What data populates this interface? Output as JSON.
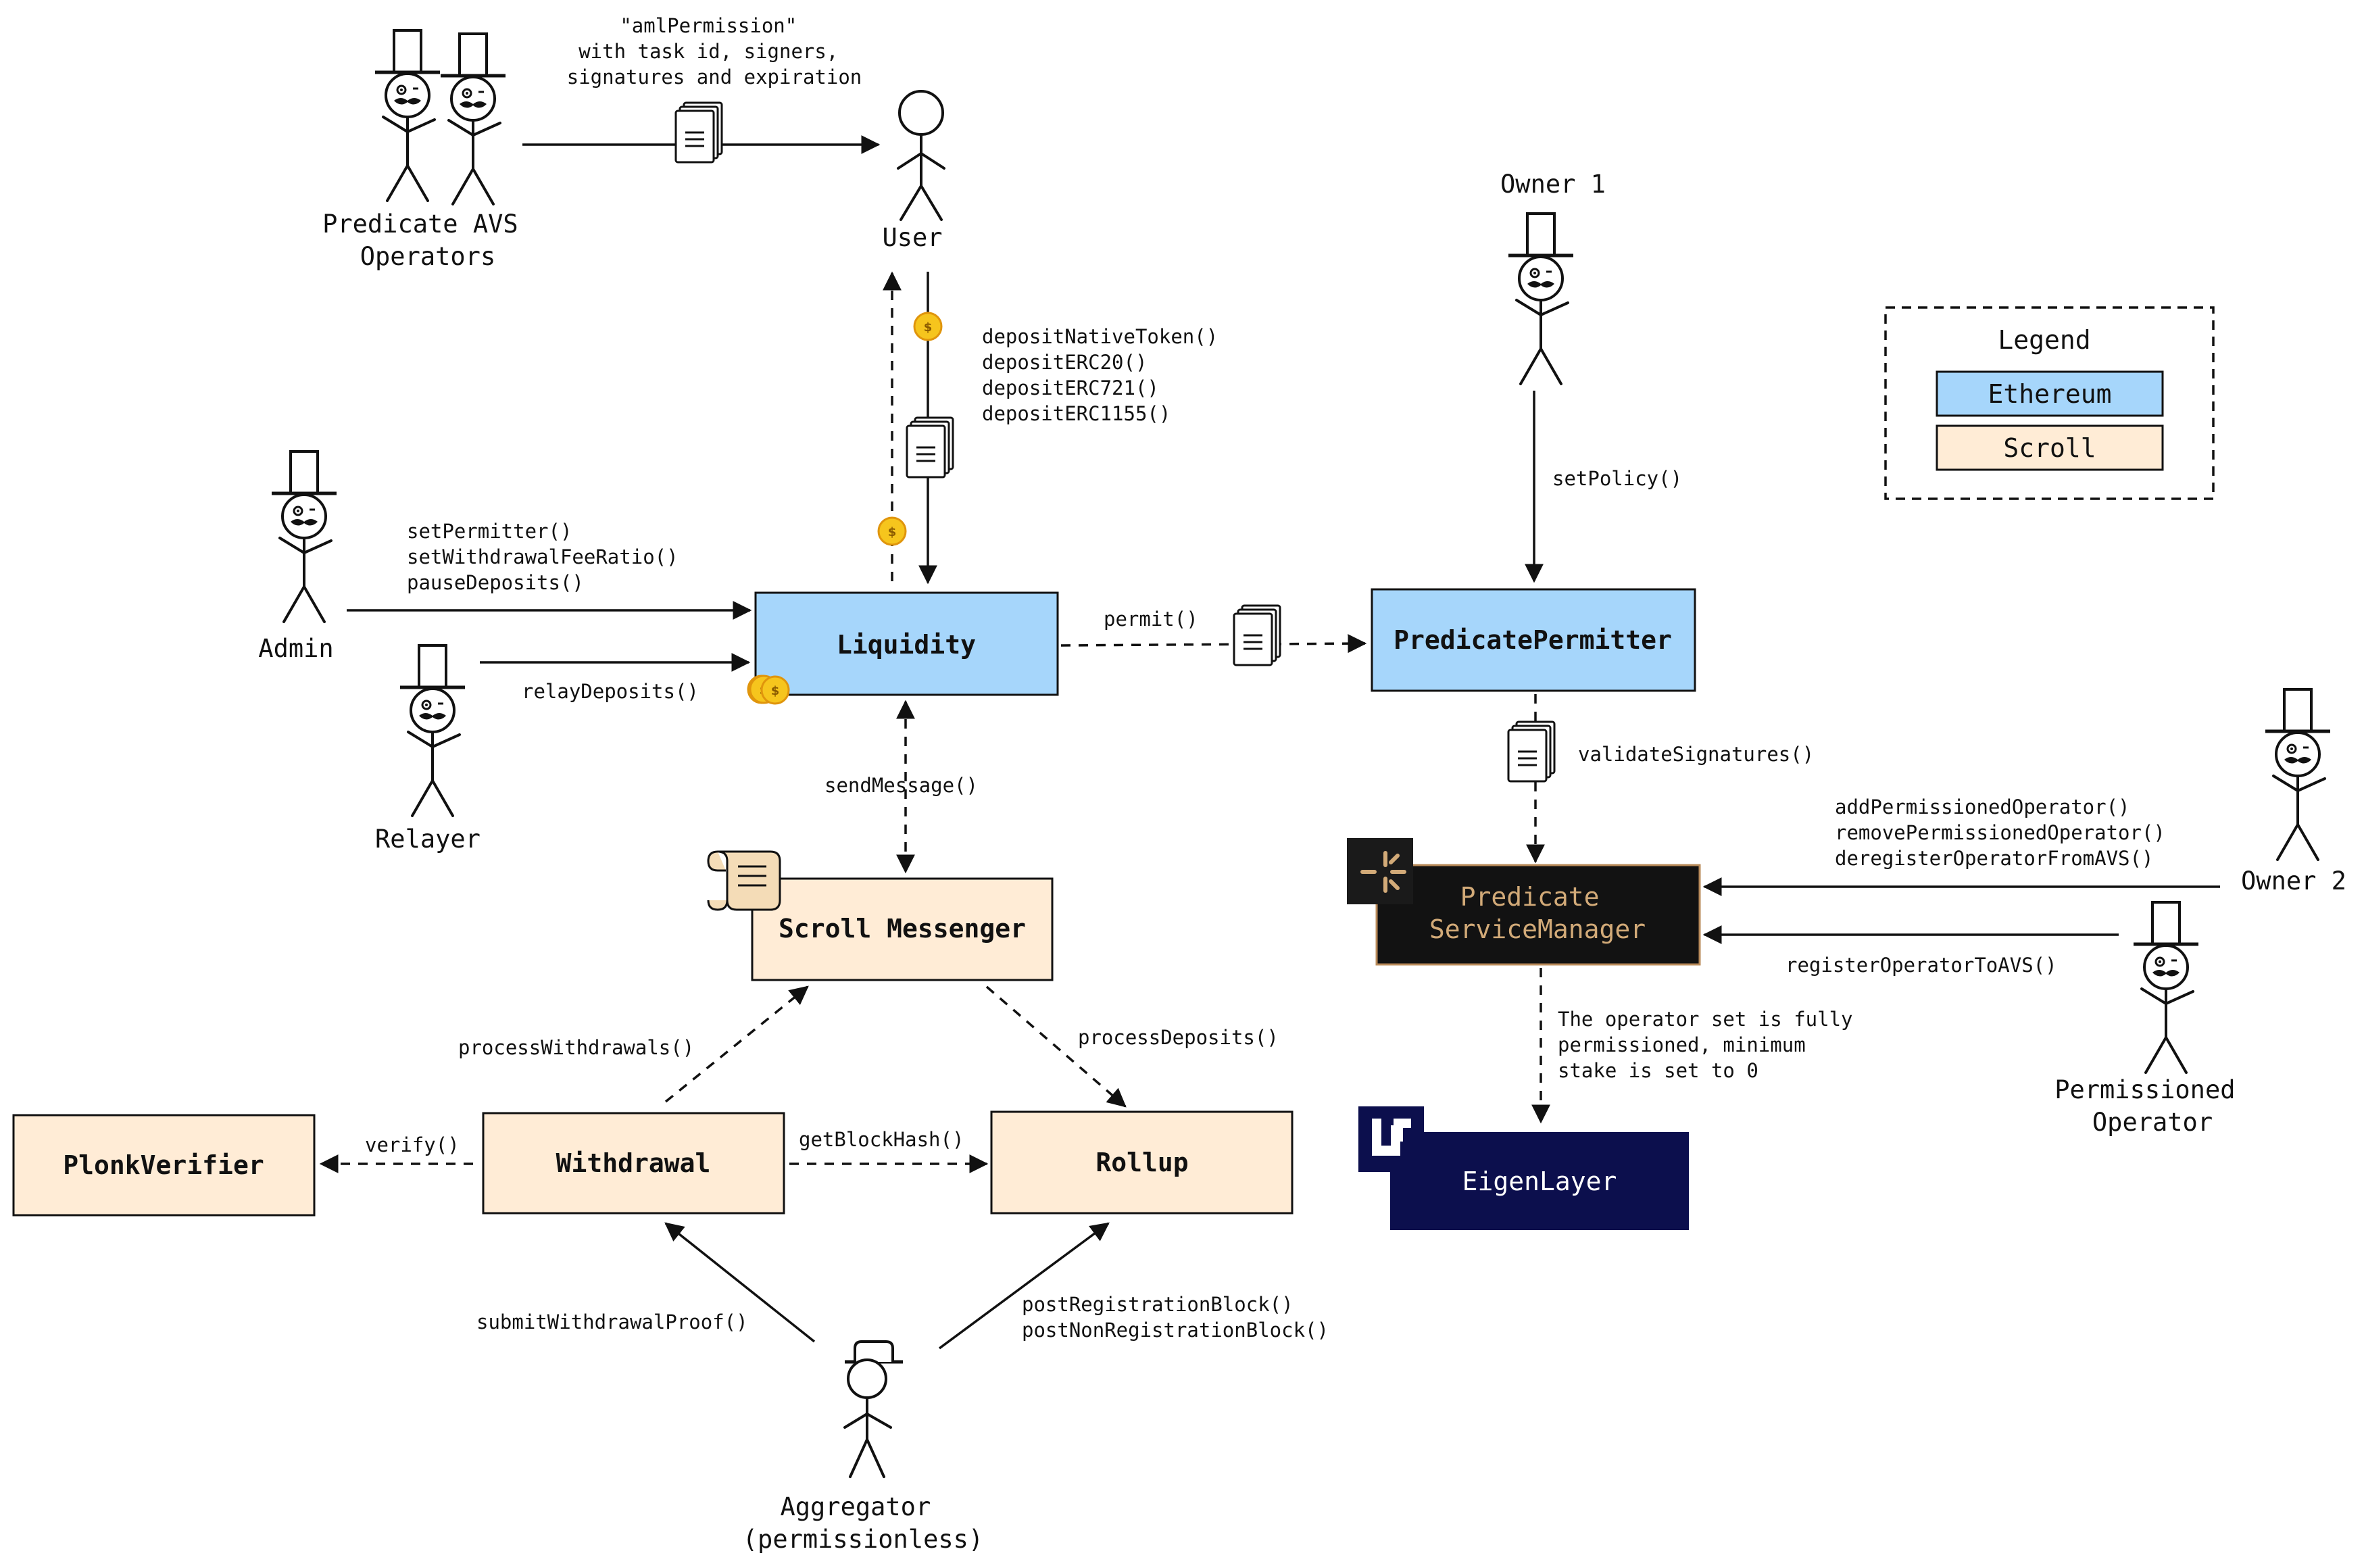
{
  "actors": {
    "avs_operators": [
      "Predicate AVS",
      "Operators"
    ],
    "user": "User",
    "owner1": "Owner 1",
    "admin": "Admin",
    "relayer": "Relayer",
    "owner2": "Owner 2",
    "permissioned_operator": [
      "Permissioned",
      "Operator"
    ],
    "aggregator": [
      "Aggregator",
      "(permissionless)"
    ]
  },
  "boxes": {
    "liquidity": "Liquidity",
    "predicate_permitter": "PredicatePermitter",
    "scroll_messenger": "Scroll Messenger",
    "predicate_service_manager": [
      "Predicate",
      "ServiceManager"
    ],
    "eigenlayer": "EigenLayer",
    "plonk_verifier": "PlonkVerifier",
    "withdrawal": "Withdrawal",
    "rollup": "Rollup"
  },
  "labels": {
    "aml_permission": [
      "\"amlPermission\"",
      "with task id, signers,",
      "signatures and expiration"
    ],
    "deposits": [
      "depositNativeToken()",
      "depositERC20()",
      "depositERC721()",
      "depositERC1155()"
    ],
    "admin_calls": [
      "setPermitter()",
      "setWithdrawalFeeRatio()",
      "pauseDeposits()"
    ],
    "relay_deposits": "relayDeposits()",
    "permit": "permit()",
    "set_policy": "setPolicy()",
    "validate_signatures": "validateSignatures()",
    "owner2_calls": [
      "addPermissionedOperator()",
      "removePermissionedOperator()",
      "deregisterOperatorFromAVS()"
    ],
    "register_operator": "registerOperatorToAVS()",
    "operator_set_note": [
      "The operator set is fully",
      "permissioned, minimum",
      "stake is set to 0"
    ],
    "send_message": "sendMessage()",
    "process_withdrawals": "processWithdrawals()",
    "process_deposits": "processDeposits()",
    "verify": "verify()",
    "get_block_hash": "getBlockHash()",
    "submit_withdrawal_proof": "submitWithdrawalProof()",
    "post_blocks": [
      "postRegistrationBlock()",
      "postNonRegistrationBlock()"
    ]
  },
  "legend": {
    "title": "Legend",
    "ethereum": "Ethereum",
    "scroll": "Scroll"
  },
  "icons": {
    "document": "document-stack-icon",
    "coin": "dollar-coin-icon",
    "scroll": "scroll-parchment-icon",
    "predicate_logo": "predicate-logo-icon",
    "eigenlayer_logo": "eigenlayer-logo-icon",
    "tophat_person": "tophat-person-icon",
    "stick_person": "stick-person-icon"
  },
  "colors": {
    "ethereum": "#a6d6fb",
    "scroll": "#ffecd6",
    "predicate_bg": "#121212",
    "predicate_text": "#d2aa78",
    "eigenlayer_bg": "#0c0f4d"
  }
}
